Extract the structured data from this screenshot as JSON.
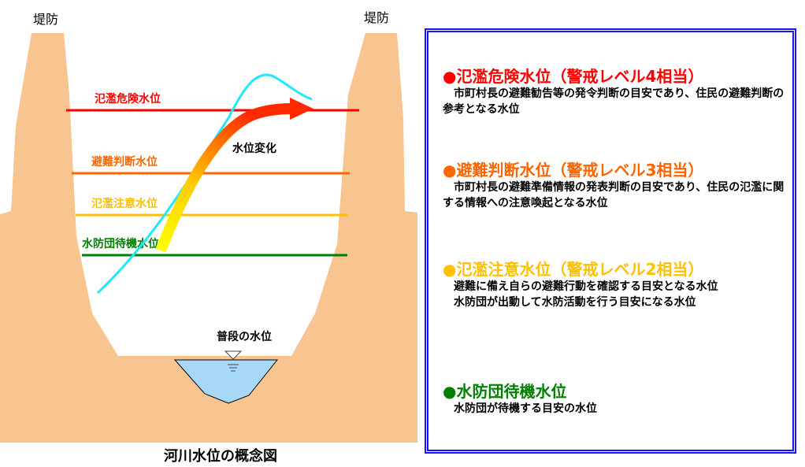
{
  "diagram": {
    "levee_left_label": "堤防",
    "levee_right_label": "堤防",
    "caption": "河川水位の概念図",
    "normal_level_label": "普段の水位",
    "change_label": "水位変化",
    "levels": [
      {
        "label": "氾濫危険水位",
        "color": "#ff0000"
      },
      {
        "label": "避難判断水位",
        "color": "#ff6600"
      },
      {
        "label": "氾濫注意水位",
        "color": "#ffc000"
      },
      {
        "label": "水防団待機水位",
        "color": "#008000"
      }
    ],
    "colors": {
      "levee": "#f8c490",
      "water": "#a8d8f8",
      "cyan_line": "#22e8ff"
    }
  },
  "legend": {
    "border_color": "#1414ff",
    "entries": [
      {
        "title": "●氾濫危険水位（警戒レベル4相当）",
        "color": "#ff0000",
        "lines": [
          "市町村長の避難勧告等の発令判断の目安であり、住民の避難判断の参考となる水位"
        ]
      },
      {
        "title": "●避難判断水位（警戒レベル3相当）",
        "color": "#ff6600",
        "lines": [
          "市町村長の避難準備情報の発表判断の目安であり、住民の氾濫に関する情報への注意喚起となる水位"
        ]
      },
      {
        "title": "●氾濫注意水位（警戒レベル2相当）",
        "color": "#ffc000",
        "lines": [
          "避難に備え自らの避難行動を確認する目安となる水位",
          "水防団が出動して水防活動を行う目安になる水位"
        ]
      },
      {
        "title": "●水防団待機水位",
        "color": "#008000",
        "lines": [
          "水防団が待機する目安の水位"
        ]
      }
    ]
  }
}
